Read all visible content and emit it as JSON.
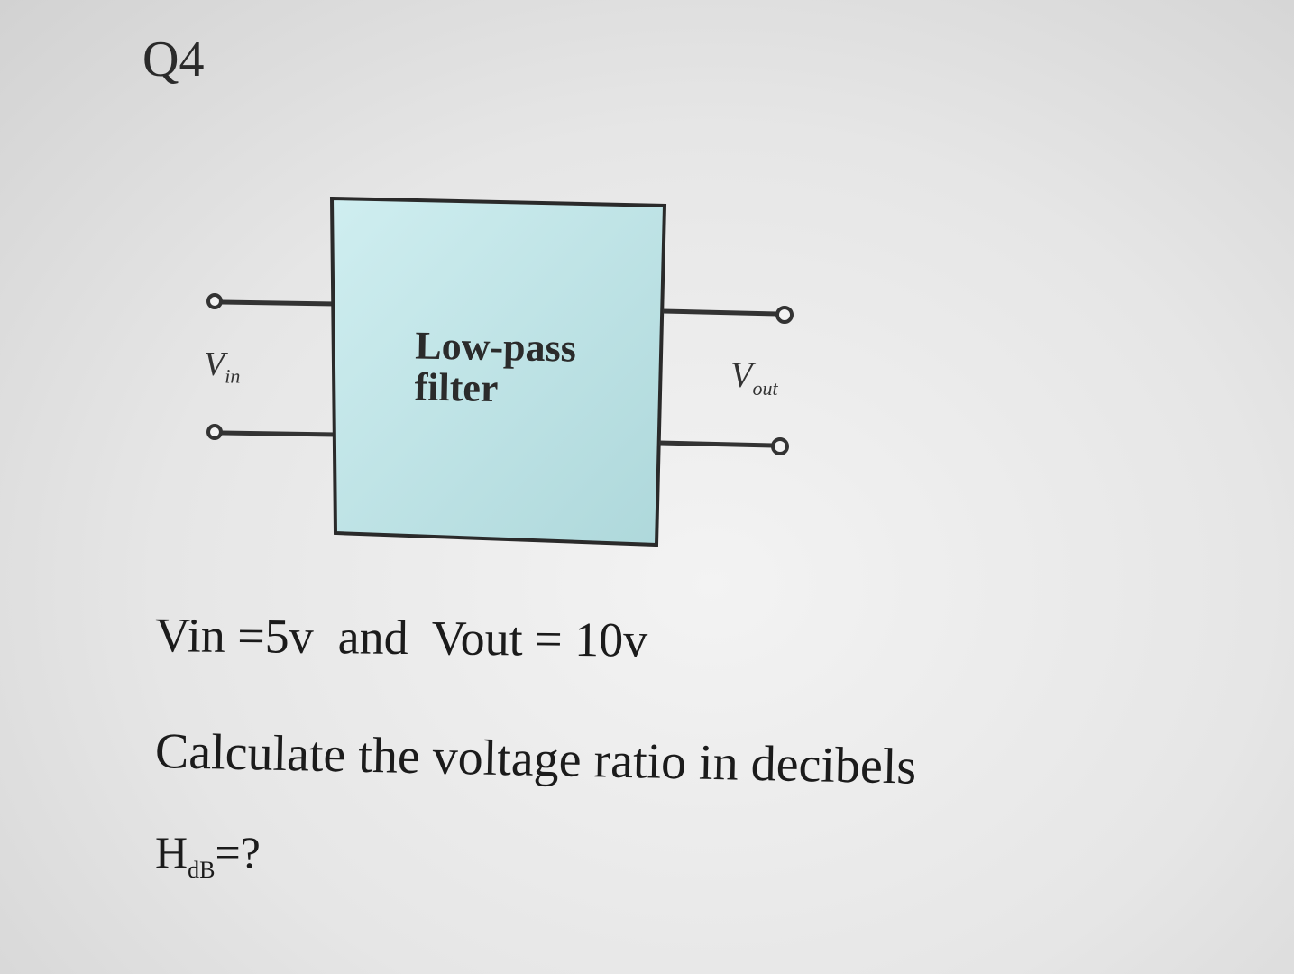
{
  "question": {
    "number": "Q4"
  },
  "diagram": {
    "block_label_line1": "Low-pass",
    "block_label_line2": "filter",
    "input_label_main": "V",
    "input_label_sub": "in",
    "output_label_main": "V",
    "output_label_sub": "out",
    "box_fill_color": "#bfe4e6",
    "box_border_color": "#2a2a2a"
  },
  "text": {
    "given": "Vin =5v  and  Vout = 10v",
    "instruction": "Calculate the voltage ratio in decibels",
    "answer_main": "H",
    "answer_sub": "dB",
    "answer_tail": "=?"
  }
}
